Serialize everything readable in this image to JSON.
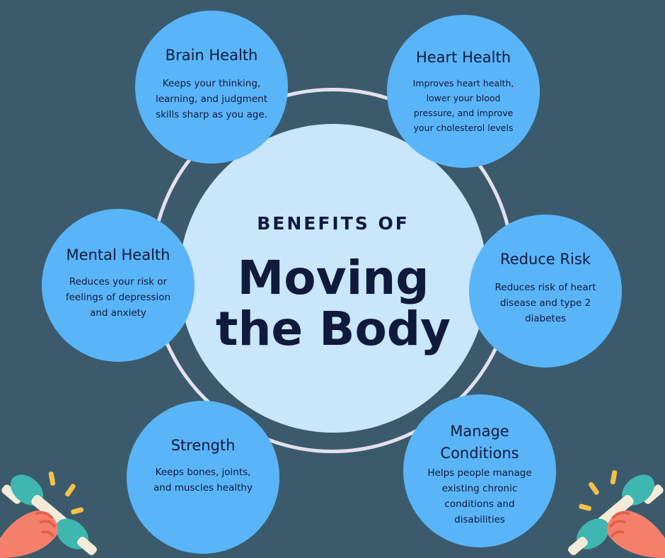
{
  "center": {
    "kicker": "BENEFITS OF",
    "headline_line1": "Moving",
    "headline_line2": "the Body"
  },
  "benefits": [
    {
      "title": "Brain Health",
      "description": "Keeps your thinking, learning, and judgment skills sharp as you age."
    },
    {
      "title": "Heart Health",
      "description": "Improves heart health, lower your blood pressure, and improve your cholesterol levels"
    },
    {
      "title": "Mental Health",
      "description": "Reduces your risk or feelings of depression and anxiety"
    },
    {
      "title": "Reduce Risk",
      "description": "Reduces risk of heart disease and type 2 diabetes"
    },
    {
      "title": "Strength",
      "description": "Keeps bones, joints, and muscles healthy"
    },
    {
      "title": "Manage Conditions",
      "description": "Helps people manage existing chronic conditions and disabilities"
    }
  ],
  "colors": {
    "background": "#3b5b6c",
    "center_circle": "#c9e6fb",
    "node_circle": "#5ab4f8",
    "ring": "#e4e0ee",
    "text": "#0f1a3c",
    "hand": "#f4806c",
    "dumbbell": "#3fb7b0",
    "spark": "#f5c04a"
  },
  "icons": [
    "dumbbell-hand-icon",
    "spark-icon"
  ]
}
